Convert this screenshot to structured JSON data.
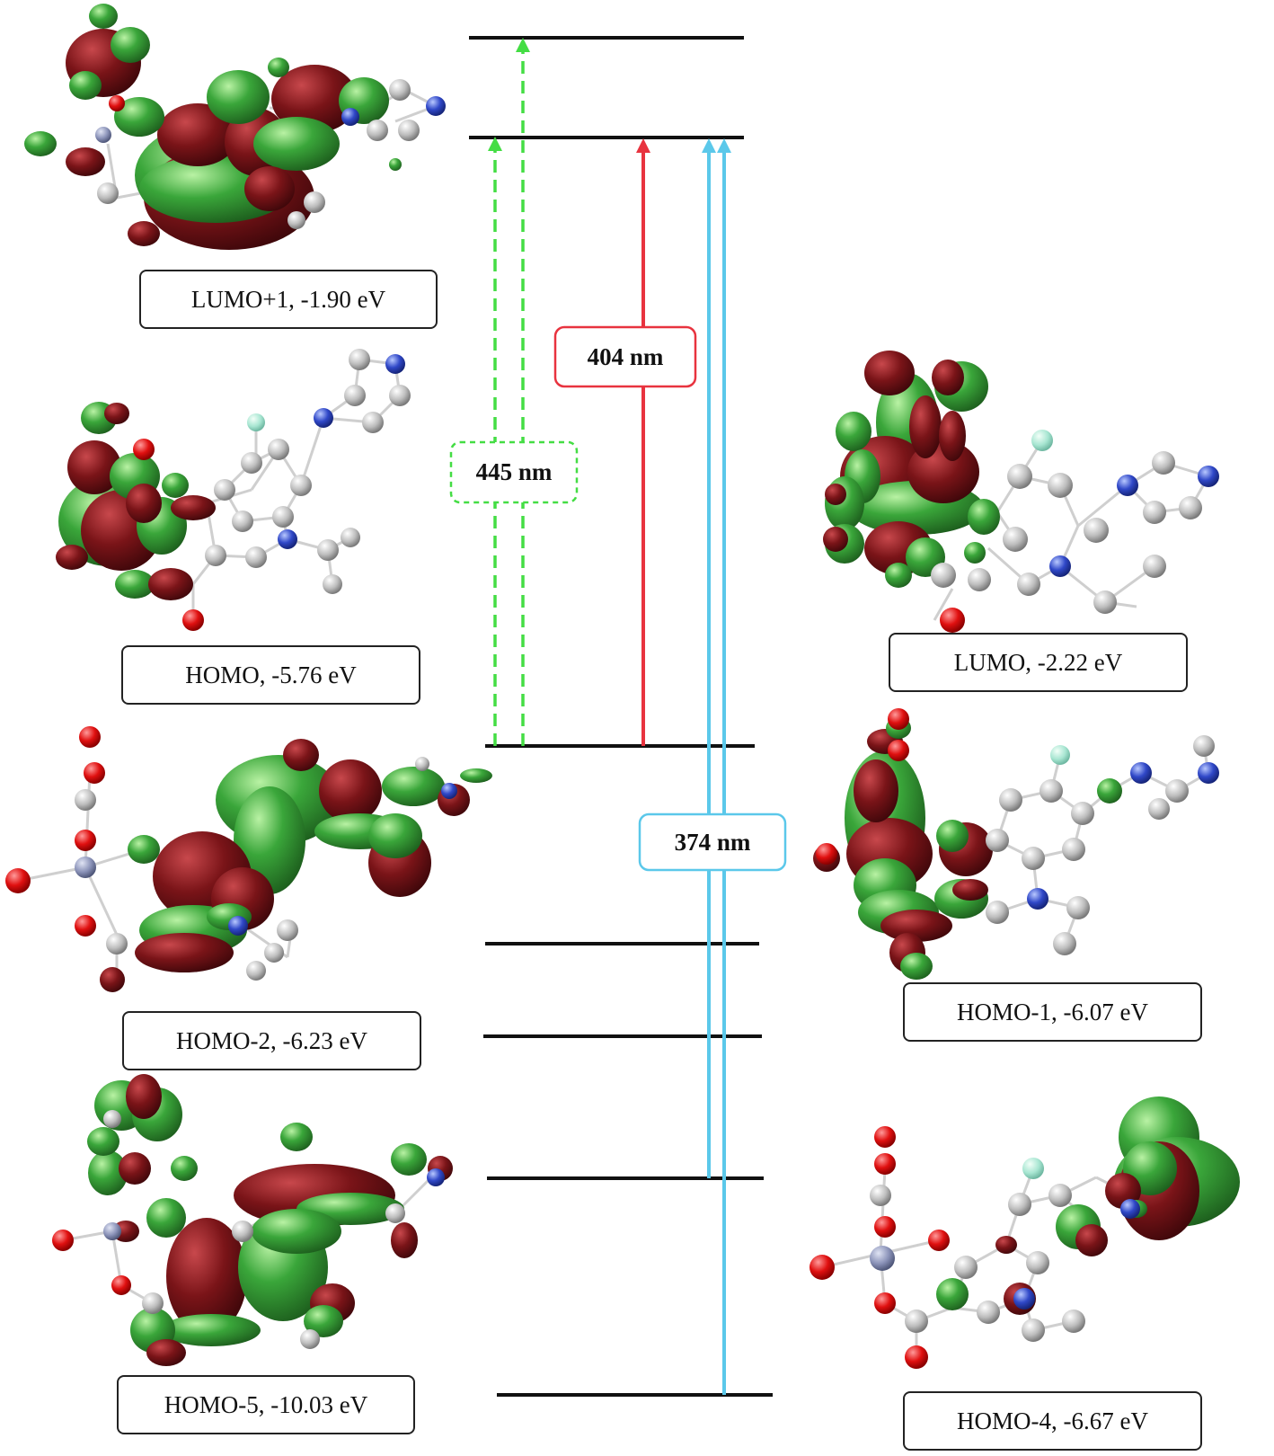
{
  "orbitals": [
    {
      "key": "lumo1",
      "label": "LUMO+1, -1.90 eV"
    },
    {
      "key": "homo",
      "label": "HOMO, -5.76 eV"
    },
    {
      "key": "lumo",
      "label": "LUMO, -2.22 eV"
    },
    {
      "key": "homo2",
      "label": "HOMO-2, -6.23 eV"
    },
    {
      "key": "homo1",
      "label": "HOMO-1, -6.07 eV"
    },
    {
      "key": "homo5",
      "label": "HOMO-5, -10.03 eV"
    },
    {
      "key": "homo4",
      "label": "HOMO-4, -6.67 eV"
    }
  ],
  "transitions": [
    {
      "key": "t445",
      "label": "445 nm",
      "color": "#44dd44",
      "style": "dashed"
    },
    {
      "key": "t404",
      "label": "404 nm",
      "color": "#e8333f",
      "style": "solid"
    },
    {
      "key": "t374",
      "label": "374 nm",
      "color": "#5bc8ea",
      "style": "solid"
    }
  ],
  "colors": {
    "lobe_positive": "#3aa63a",
    "lobe_negative": "#7a1418",
    "level_line": "#111111"
  }
}
